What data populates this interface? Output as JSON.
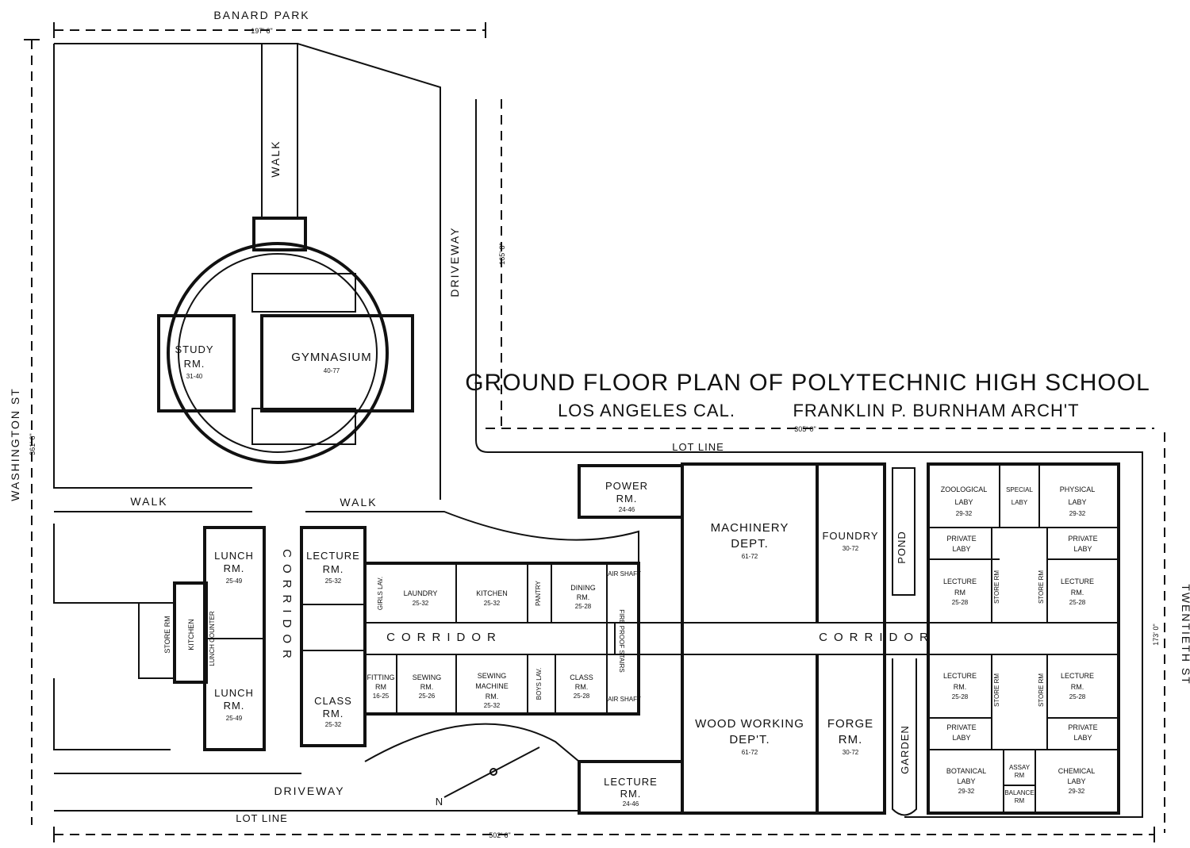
{
  "title": {
    "main": "GROUND FLOOR PLAN OF POLYTECHNIC HIGH SCHOOL",
    "city": "LOS ANGELES CAL.",
    "architect": "FRANKLIN P. BURNHAM ARCH'T"
  },
  "streets": {
    "north": "BANARD PARK",
    "west": "WASHINGTON ST",
    "east": "TWENTIETH ST"
  },
  "dimensions": {
    "north": "197' 6\"",
    "west": "361' 6\"",
    "east_driveway": "165' 8\"",
    "lot_top": "305' 0\"",
    "east": "173' 0\"",
    "bottom": "502' 6\""
  },
  "site": {
    "walk_north": "WALK",
    "walk_west": "WALK",
    "walk_east": "WALK",
    "driveway_east": "DRIVEWAY",
    "driveway_south": "DRIVEWAY",
    "lot_line_top": "LOT LINE",
    "lot_line_bottom": "LOT LINE",
    "garden": "GARDEN",
    "pond": "POND",
    "compass": "N"
  },
  "corridors": {
    "main_vertical": "CORRIDOR",
    "west_horizontal": "CORRIDOR",
    "east_horizontal": "CORRIDOR"
  },
  "rooms": {
    "gymnasium": {
      "name": "GYMNASIUM",
      "dims": "40-77"
    },
    "study": {
      "name": "STUDY",
      "name2": "RM.",
      "dims": "31-40"
    },
    "lunch_north": {
      "name": "LUNCH",
      "name2": "RM.",
      "dims": "25-49"
    },
    "lunch_south": {
      "name": "LUNCH",
      "name2": "RM.",
      "dims": "25-49"
    },
    "kitchen_west": {
      "name": "KITCHEN"
    },
    "store_west": {
      "name": "STORE RM"
    },
    "lunch_counter": {
      "name": "LUNCH COUNTER"
    },
    "lecture_nw": {
      "name": "LECTURE",
      "name2": "RM.",
      "dims": "25-32"
    },
    "class_sw": {
      "name": "CLASS",
      "name2": "RM.",
      "dims": "25-32"
    },
    "laundry": {
      "name": "LAUNDRY",
      "dims": "25-32"
    },
    "kitchen": {
      "name": "KITCHEN",
      "dims": "25-32"
    },
    "pantry": {
      "name": "PANTRY"
    },
    "dining": {
      "name": "DINING",
      "name2": "RM.",
      "dims": "25-28"
    },
    "girls_lav": {
      "name": "GIRLS LAV."
    },
    "fitting": {
      "name": "FITTING",
      "name2": "RM",
      "dims": "16-25"
    },
    "sewing": {
      "name": "SEWING",
      "name2": "RM.",
      "dims": "25-26"
    },
    "sewing_machine": {
      "name": "SEWING",
      "name2": "MACHINE",
      "name3": "RM.",
      "dims": "25-32"
    },
    "boys_lav": {
      "name": "BOYS LAV."
    },
    "class_mid": {
      "name": "CLASS",
      "name2": "RM.",
      "dims": "25-28"
    },
    "fire_stairs": {
      "name": "FIRE PROOF STAIRS"
    },
    "air_shaft": {
      "name": "AIR SHAFT"
    },
    "power": {
      "name": "POWER",
      "name2": "RM.",
      "dims": "24-46"
    },
    "machinery": {
      "name": "MACHINERY",
      "name2": "DEPT.",
      "dims": "61-72"
    },
    "foundry": {
      "name": "FOUNDRY",
      "dims": "30-72"
    },
    "woodworking": {
      "name": "WOOD WORKING",
      "name2": "DEP'T.",
      "dims": "61-72"
    },
    "forge": {
      "name": "FORGE",
      "name2": "RM.",
      "dims": "30-72"
    },
    "lecture_south": {
      "name": "LECTURE",
      "name2": "RM.",
      "dims": "24-46"
    },
    "zoological": {
      "name": "ZOOLOGICAL",
      "name2": "LABY",
      "dims": "29-32"
    },
    "special": {
      "name": "SPECIAL",
      "name2": "LABY"
    },
    "physical": {
      "name": "PHYSICAL",
      "name2": "LABY",
      "dims": "29-32"
    },
    "private_nw": {
      "name": "PRIVATE",
      "name2": "LABY"
    },
    "private_ne": {
      "name": "PRIVATE",
      "name2": "LABY"
    },
    "lecture_e1": {
      "name": "LECTURE",
      "name2": "RM",
      "dims": "25-28"
    },
    "lecture_e2": {
      "name": "LECTURE",
      "name2": "RM.",
      "dims": "25-28"
    },
    "lecture_e3": {
      "name": "LECTURE",
      "name2": "RM.",
      "dims": "25-28"
    },
    "lecture_e4": {
      "name": "LECTURE",
      "name2": "RM.",
      "dims": "25-28"
    },
    "store_e1": {
      "name": "STORE RM"
    },
    "store_e2": {
      "name": "STORE RM"
    },
    "store_e3": {
      "name": "STORE RM"
    },
    "store_e4": {
      "name": "STORE RM"
    },
    "private_sw": {
      "name": "PRIVATE",
      "name2": "LABY"
    },
    "private_se": {
      "name": "PRIVATE",
      "name2": "LABY"
    },
    "botanical": {
      "name": "BOTANICAL",
      "name2": "LABY",
      "dims": "29-32"
    },
    "assay": {
      "name": "ASSAY",
      "name2": "RM"
    },
    "balance": {
      "name": "BALANCE",
      "name2": "RM"
    },
    "chemical": {
      "name": "CHEMICAL",
      "name2": "LABY",
      "dims": "29-32"
    }
  }
}
